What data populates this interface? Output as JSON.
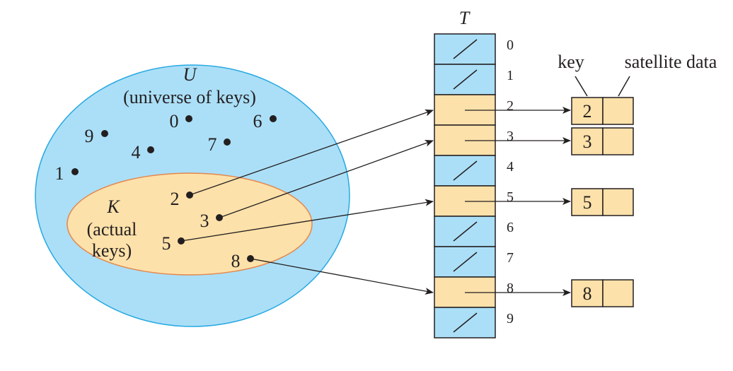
{
  "colors": {
    "universe_fill": "#abdff7",
    "universe_stroke": "#27a9e1",
    "actual_fill": "#fde1aa",
    "actual_stroke": "#e4874d",
    "slot_empty": "#abdff7",
    "slot_used": "#fde1aa",
    "ink": "#231f20"
  },
  "universe": {
    "letter": "U",
    "caption": "(universe of keys)",
    "keys": [
      "0",
      "6",
      "9",
      "7",
      "4",
      "1"
    ]
  },
  "actual": {
    "letter": "K",
    "caption_line1": "(actual",
    "caption_line2": "keys)",
    "keys": [
      "2",
      "3",
      "5",
      "8"
    ]
  },
  "table": {
    "name": "T",
    "slots": [
      {
        "index": "0",
        "key": null
      },
      {
        "index": "1",
        "key": null
      },
      {
        "index": "2",
        "key": "2"
      },
      {
        "index": "3",
        "key": "3"
      },
      {
        "index": "4",
        "key": null
      },
      {
        "index": "5",
        "key": "5"
      },
      {
        "index": "6",
        "key": null
      },
      {
        "index": "7",
        "key": null
      },
      {
        "index": "8",
        "key": "8"
      },
      {
        "index": "9",
        "key": null
      }
    ]
  },
  "element_labels": {
    "key": "key",
    "satellite": "satellite data"
  }
}
